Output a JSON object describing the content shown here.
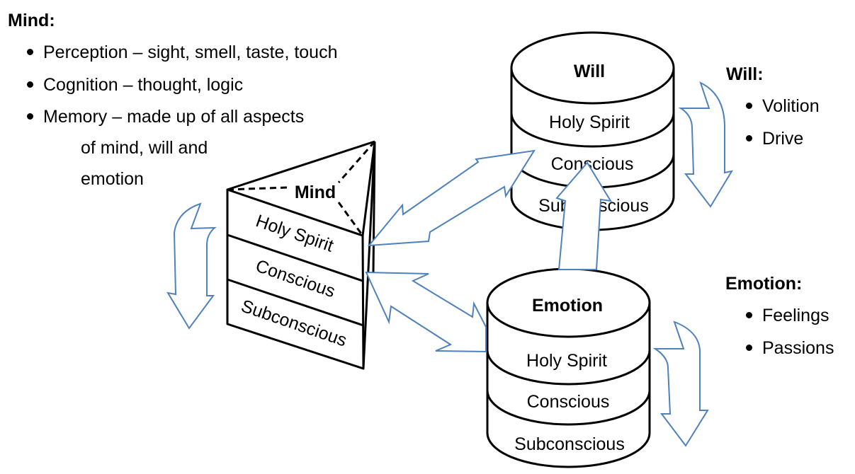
{
  "mind_notes": {
    "heading": "Mind:",
    "items": [
      "Perception – sight, smell, taste, touch",
      "Cognition – thought, logic",
      "Memory – made up of all aspects"
    ],
    "continuation": [
      "of mind, will and",
      "emotion"
    ]
  },
  "will_notes": {
    "heading": "Will:",
    "items": [
      "Volition",
      "Drive"
    ]
  },
  "emotion_notes": {
    "heading": "Emotion:",
    "items": [
      "Feelings",
      "Passions"
    ]
  },
  "mind_prism": {
    "title": "Mind",
    "layers": [
      "Holy Spirit",
      "Conscious",
      "Subconscious"
    ]
  },
  "will_cylinder": {
    "title": "Will",
    "layers": [
      "Holy Spirit",
      "Conscious",
      "Subconscious"
    ]
  },
  "emotion_cylinder": {
    "title": "Emotion",
    "layers": [
      "Holy Spirit",
      "Conscious",
      "Subconscious"
    ]
  },
  "colors": {
    "arrow_stroke": "#4f81bd",
    "shape_stroke": "#000000"
  }
}
